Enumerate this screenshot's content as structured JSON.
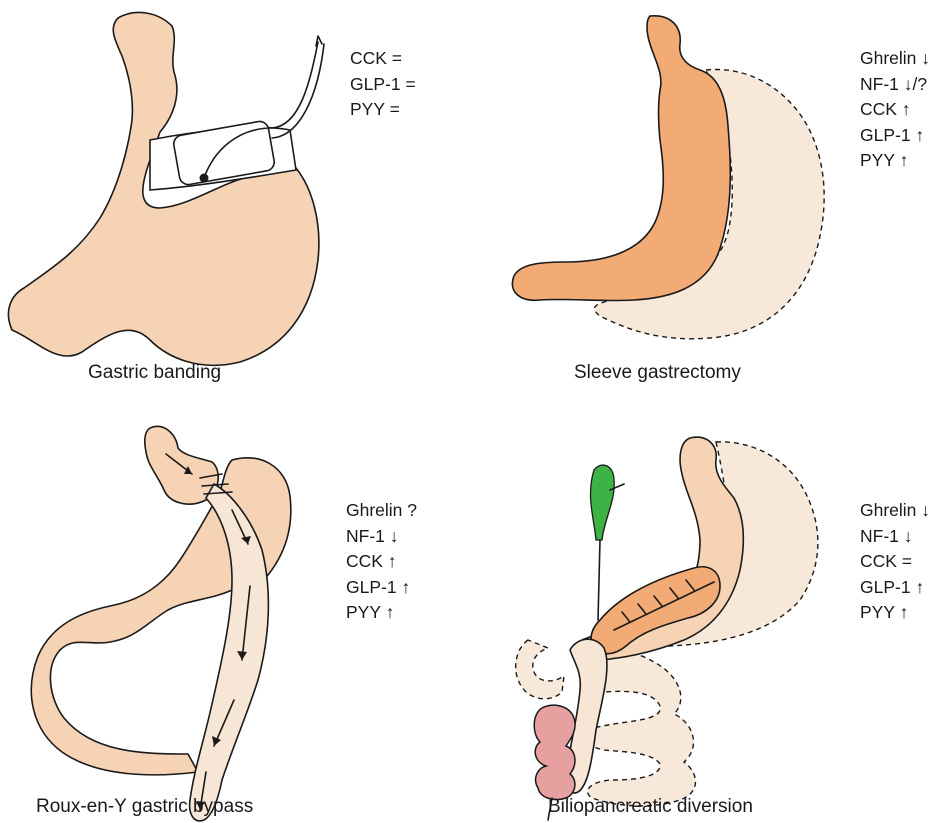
{
  "panels": {
    "gastric_banding": {
      "caption": "Gastric banding",
      "hormones": [
        "CCK =",
        "GLP-1 =",
        "PYY ="
      ]
    },
    "sleeve_gastrectomy": {
      "caption": "Sleeve gastrectomy",
      "hormones": [
        "Ghrelin ↓",
        "NF-1 ↓/?",
        "CCK ↑",
        "GLP-1 ↑",
        "PYY ↑"
      ]
    },
    "roux_en_y": {
      "caption": "Roux-en-Y gastric bypass",
      "hormones": [
        "Ghrelin ?",
        "NF-1 ↓",
        "CCK ↑",
        "GLP-1 ↑",
        "PYY ↑"
      ]
    },
    "biliopancreatic_diversion": {
      "caption": "Biliopancreatic diversion",
      "hormones": [
        "Ghrelin ↓",
        "NF-1 ↓",
        "CCK =",
        "GLP-1 ↑",
        "PYY ↑"
      ]
    }
  },
  "colors": {
    "stomach": "#f6d3b4",
    "sleeve": "#f3ab76",
    "removed_tissue": "#f8e8da",
    "gallbladder": "#3db345",
    "colon": "#e6a0a0"
  }
}
